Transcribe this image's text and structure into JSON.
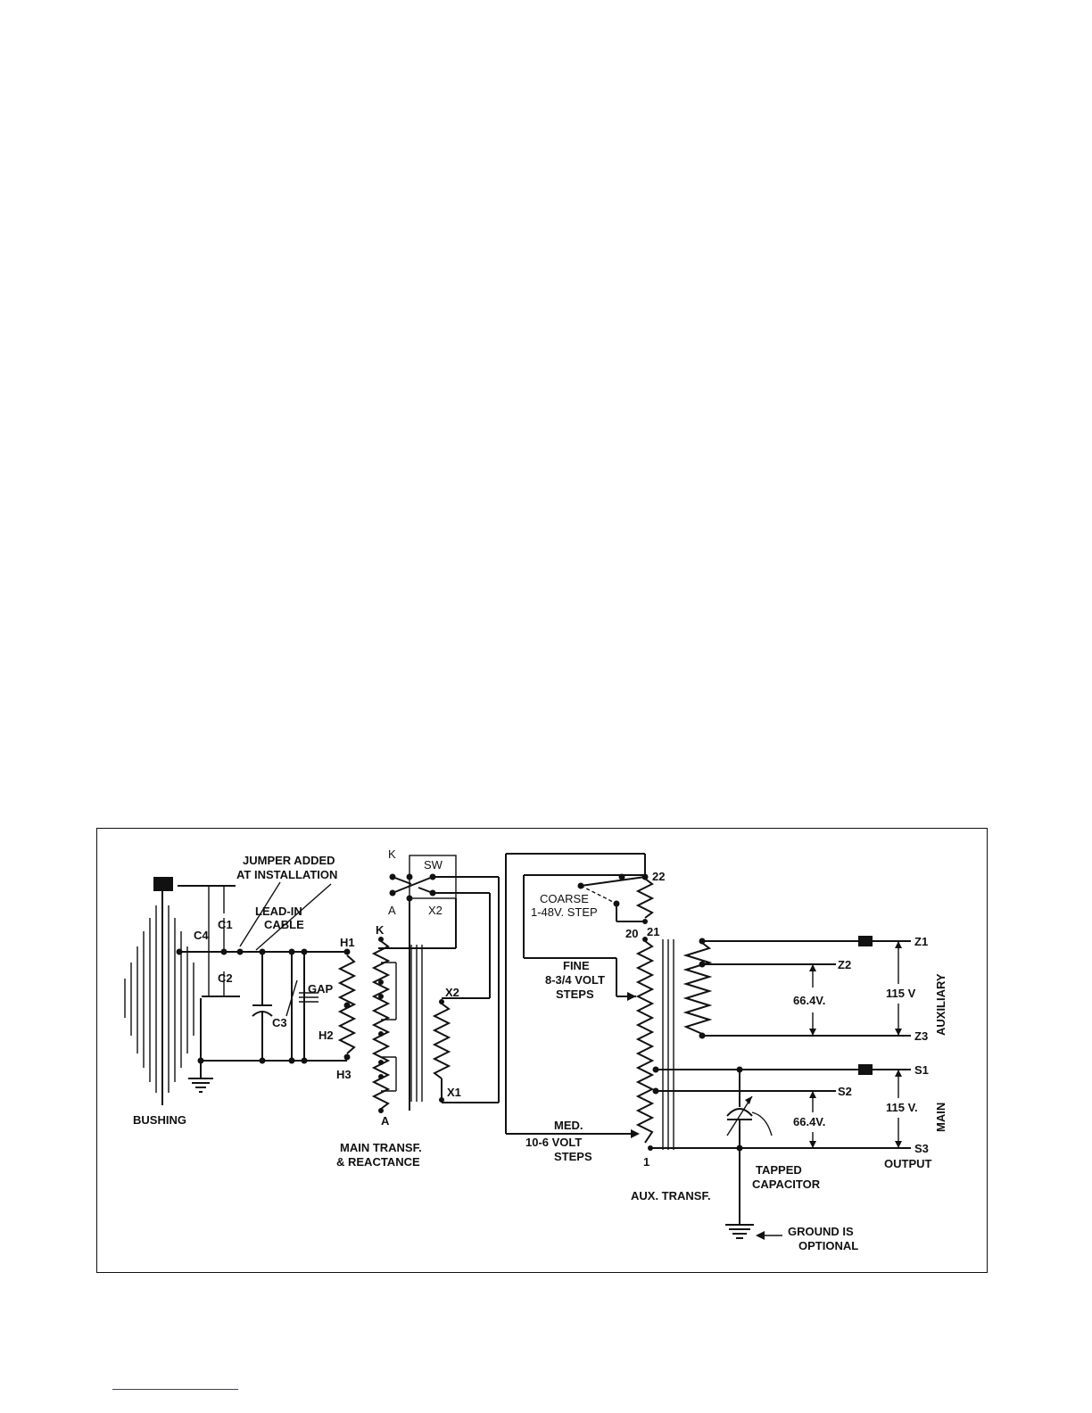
{
  "labels": {
    "jumper_1": "JUMPER ADDED",
    "jumper_2": "AT INSTALLATION",
    "lead_in_1": "LEAD-IN",
    "lead_in_2": "CABLE",
    "bushing": "BUSHING",
    "c1": "C1",
    "c2": "C2",
    "c3": "C3",
    "c4": "C4",
    "gap": "GAP",
    "h1": "H1",
    "h2": "H2",
    "h3": "H3",
    "k_top": "K",
    "a_top": "A",
    "sw": "SW",
    "x2_top": "X2",
    "k_coil": "K",
    "a_coil": "A",
    "x2_coil": "X2",
    "x1_coil": "X1",
    "main_transf_1": "MAIN TRANSF.",
    "main_transf_2": "& REACTANCE",
    "coarse_1": "COARSE",
    "coarse_2": "1-48V. STEP",
    "tap_22": "22",
    "tap_20": "20",
    "tap_21": "21",
    "tap_1": "1",
    "fine_1": "FINE",
    "fine_2": "8-3/4 VOLT",
    "fine_3": "STEPS",
    "med_1": "MED.",
    "med_2": "10-6 VOLT",
    "med_3": "STEPS",
    "aux_transf": "AUX. TRANSF.",
    "tapped_1": "TAPPED",
    "tapped_2": "CAPACITOR",
    "ground_1": "GROUND  IS",
    "ground_2": "OPTIONAL",
    "z1": "Z1",
    "z2": "Z2",
    "z3": "Z3",
    "s1": "S1",
    "s2": "S2",
    "s3": "S3",
    "v_aux_664": "66.4V.",
    "v_aux_115": "115 V",
    "v_main_664": "66.4V.",
    "v_main_115": "115 V.",
    "auxiliary": "AUXILIARY",
    "main": "MAIN",
    "output": "OUTPUT"
  },
  "colors": {
    "ink": "#111111",
    "footer_rule": "#2a35c9"
  }
}
